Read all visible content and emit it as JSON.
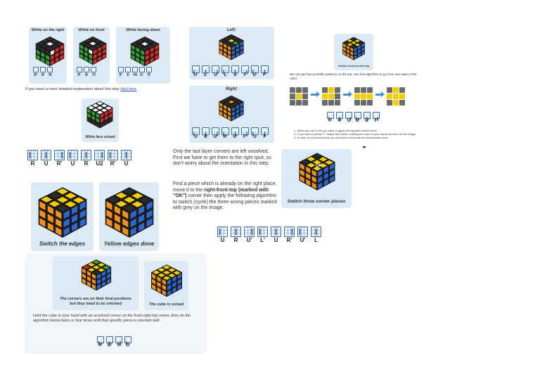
{
  "colors": {
    "yellow": "#f5cd00",
    "blue": "#2d67d2",
    "orange": "#f39015",
    "red": "#e02a2a",
    "green": "#2fa52f",
    "white": "#ffffff",
    "grey": "#6b6b6b",
    "dark": "#2b2b2b",
    "panel": "#dceaf6",
    "link": "#1a4fb8",
    "arrow": "#4a8fd2"
  },
  "step1": {
    "captions": [
      "White on the right",
      "White on front",
      "White facing down"
    ],
    "algos": [
      [
        "R'",
        "D'",
        "R"
      ],
      [
        "F",
        "D",
        "F'"
      ],
      [
        "F",
        "L",
        "D2",
        "L'",
        "F'"
      ]
    ],
    "more_text": "If you need a more detailed explanation about this step ",
    "more_link": "click here",
    "solved_caption": "White face solved",
    "algo": [
      "R",
      "U",
      "R'",
      "U",
      "R",
      "U2",
      "R'",
      "U"
    ]
  },
  "edges": {
    "switch_caption": "Switch the edges",
    "done_caption": "Yellow edges done"
  },
  "lr": {
    "left_label": "Left:",
    "left_algo": [
      "U'",
      "L'",
      "U",
      "L",
      "U",
      "F",
      "U'",
      "F'"
    ],
    "right_label": "Right:",
    "right_algo": [
      "U",
      "R",
      "U'",
      "R'",
      "U'",
      "F'",
      "U",
      "F"
    ]
  },
  "corners": {
    "text1": "Only the last layer corners are left unsolved. First we have to get them to the right spot, so don't worry about the orientation in this step.",
    "text2a": "Find a piece which is already on the right place, move it to the ",
    "text2b": "right-front-top (marked with \"OK\")",
    "text2c": " corner then apply the following algorithm to switch (cycle) the three wrong pieces marked with grey on the image.",
    "switch_caption": "Switch three corner pieces",
    "ok_label": "OK",
    "algo": [
      "U",
      "R",
      "U'",
      "L'",
      "U",
      "R'",
      "U'",
      "L"
    ]
  },
  "cross": {
    "caption": "Yellow cross on the top",
    "intro": "We can get four possible patterns on the top. Use this algorithm to go from one state to the other:",
    "algo": [
      "F",
      "R",
      "U",
      "R'",
      "U'",
      "F'"
    ],
    "notes": [
      "1. When you see a dot you have to apply the algorithm three times",
      "2. If you have a yellow \"L\" shape then twice, holding the cube in your hands as seen on the image",
      "3. In case of a horizontal line you just have to execute the permutation once"
    ]
  },
  "orient": {
    "final_caption": "The corners are on their final positions but they need to be oriented",
    "solved_caption": "The cube is solved",
    "text": "Hold the cube in your hand with an unsolved corner on the front-right-top corner, then do the algorithm below twice or four times until that specific piece is oriented well.",
    "algo": [
      "R'",
      "D'",
      "R",
      "D"
    ]
  }
}
